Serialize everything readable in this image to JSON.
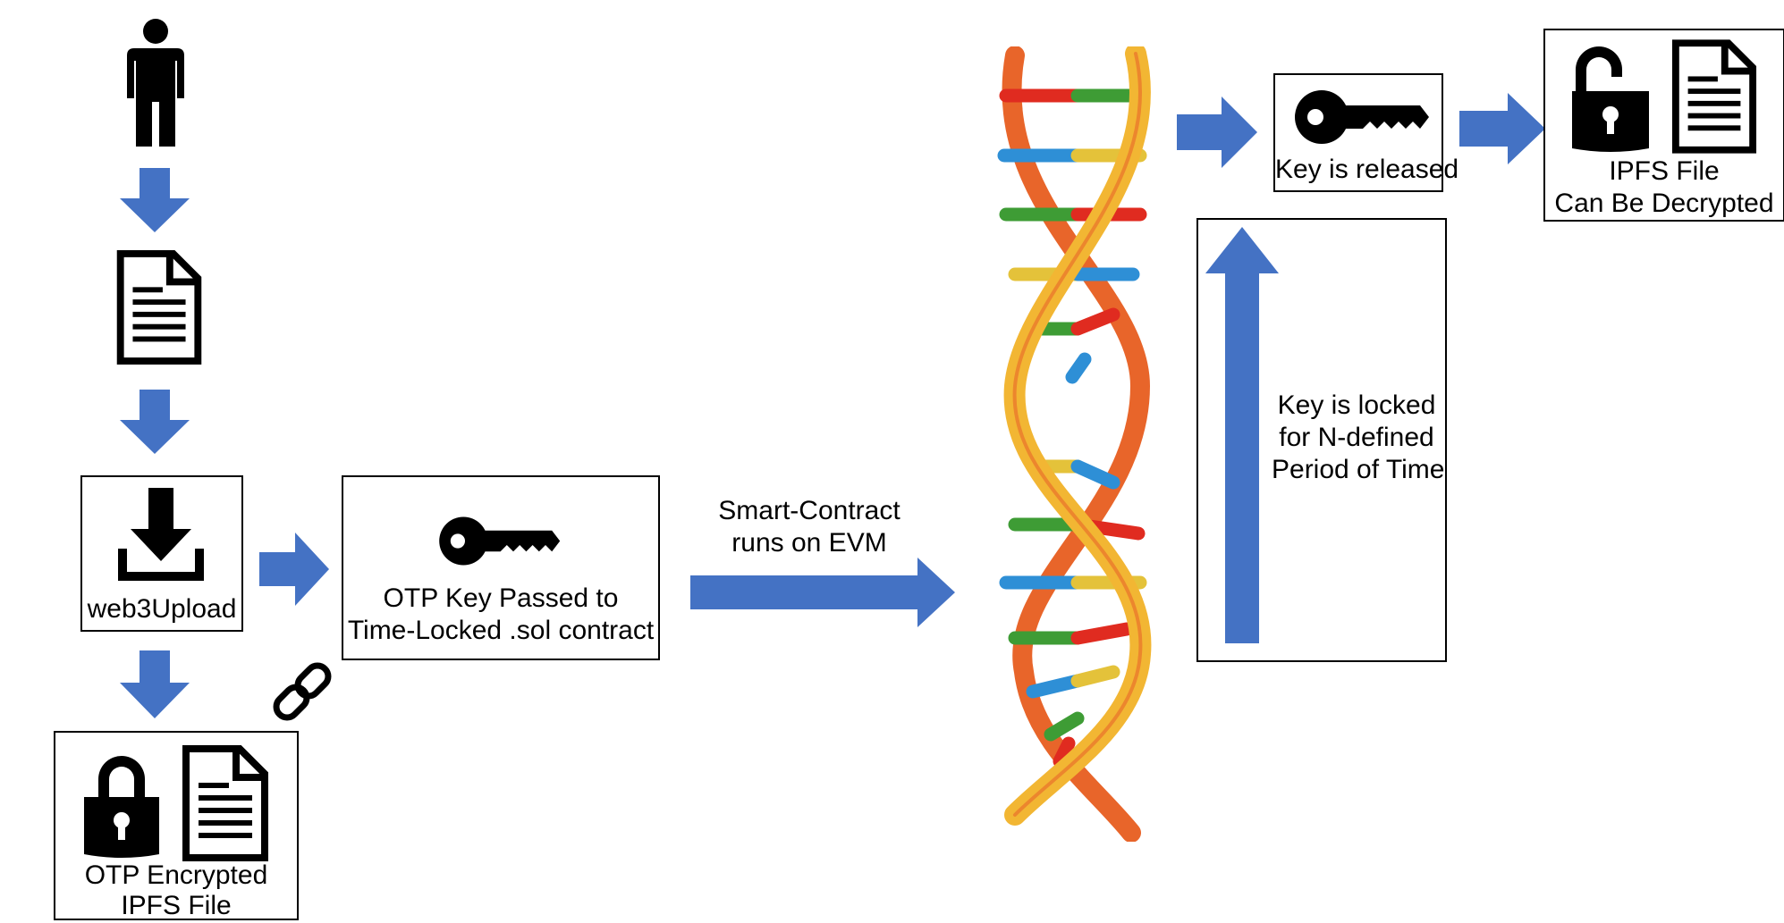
{
  "diagram": {
    "nodes": {
      "upload": {
        "label": "web3Upload"
      },
      "encrypted_file": {
        "line1": "OTP Encrypted",
        "line2": "IPFS File"
      },
      "otp_key": {
        "line1": "OTP Key Passed to",
        "line2": "Time-Locked  .sol contract"
      },
      "evm_arrow": {
        "line1": "Smart-Contract",
        "line2": "runs on EVM"
      },
      "locked": {
        "line1": "Key is locked",
        "line2": "for N-defined",
        "line3": "Period of Time"
      },
      "released": {
        "label": "Key is released"
      },
      "decrypted": {
        "line1": "IPFS File",
        "line2": "Can Be Decrypted"
      }
    },
    "icons": [
      "person-icon",
      "document-icon",
      "download-icon",
      "padlock-icon",
      "link-icon",
      "key-icon",
      "dna-helix-icon",
      "unlocked-padlock-icon"
    ],
    "colors": {
      "arrow": "#4472C4",
      "helix_strand_a": "#F2B633",
      "helix_strand_b": "#E8652A",
      "rung_red": "#E02B20",
      "rung_green": "#3E9C35",
      "rung_blue": "#2E8FD6",
      "rung_yellow": "#E4C23A"
    }
  }
}
